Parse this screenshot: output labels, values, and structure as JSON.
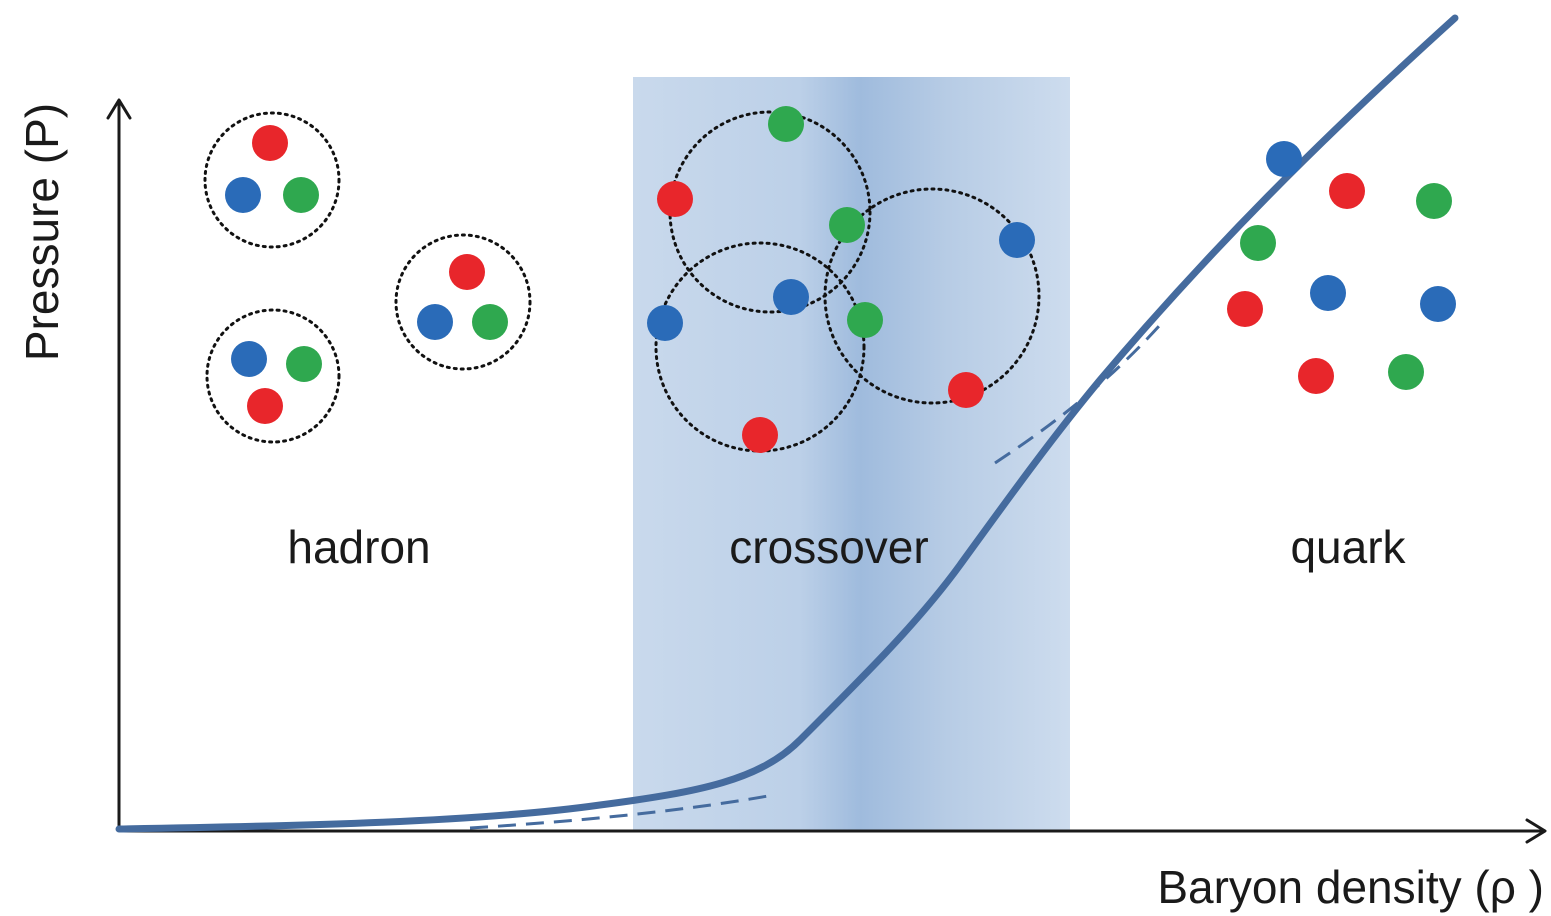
{
  "regions": {
    "hadron": "hadron",
    "crossover": "crossover",
    "quark": "quark"
  },
  "axes": {
    "x_label": "Baryon density (ρ )",
    "y_label": "Pressure (P)"
  },
  "colors": {
    "curve": "#456b9e",
    "crossover_band": "#c6d6ea",
    "crossover_band_dark": "#9fbbdd",
    "quark_red": "#e8262b",
    "quark_blue": "#2a6bb8",
    "quark_green": "#2fa84f"
  },
  "icons": {
    "quark_dot": "filled-circle",
    "hadron_boundary": "dotted-circle"
  }
}
